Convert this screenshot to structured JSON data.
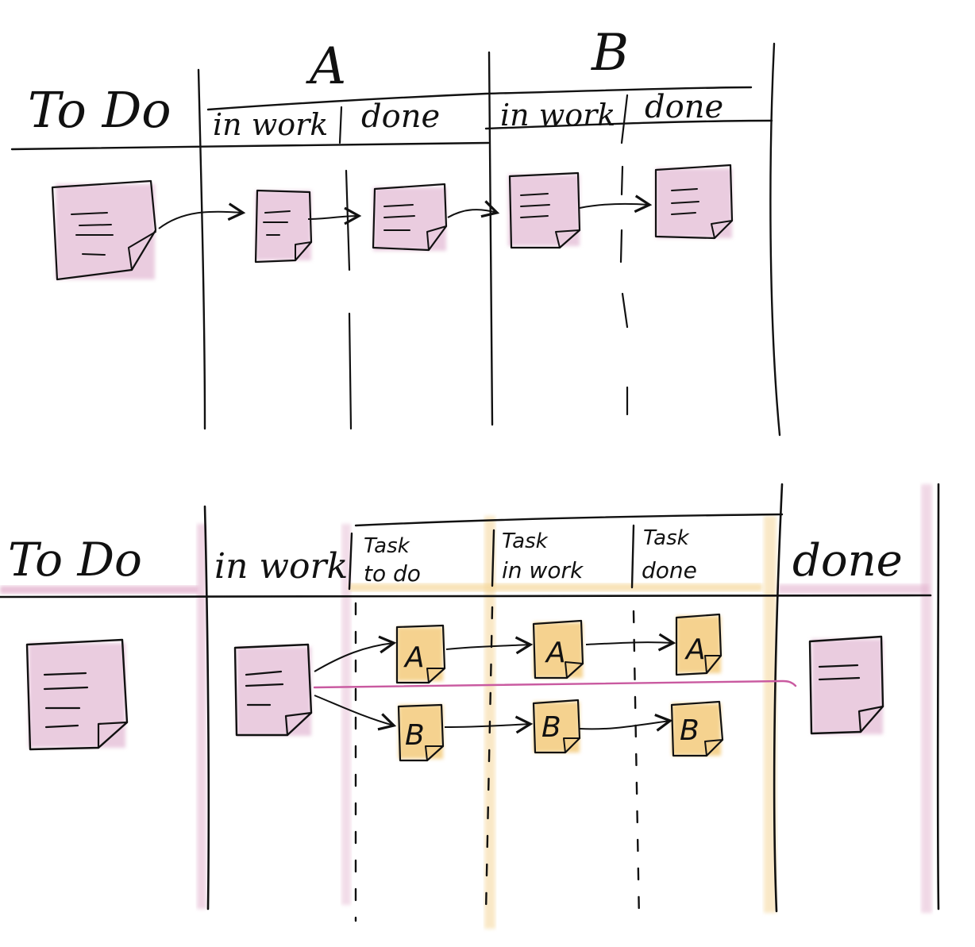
{
  "colors": {
    "ink": "#111111",
    "story_pink": "#d9a3c6",
    "story_pink_line": "#c95aa0",
    "task_orange": "#f2c46a",
    "lane_orange": "#f5d79a",
    "lane_pink": "#e3b3cf"
  },
  "top_board": {
    "todo_label": "To Do",
    "stage_a": {
      "title": "A",
      "in_work_label": "in work",
      "done_label": "done"
    },
    "stage_b": {
      "title": "B",
      "in_work_label": "in work",
      "done_label": "done"
    }
  },
  "bottom_board": {
    "todo_label": "To Do",
    "in_work_label": "in work",
    "task_todo_label_1": "Task",
    "task_todo_label_2": "to do",
    "task_inwork_label_1": "Task",
    "task_inwork_label_2": "in work",
    "task_done_label_1": "Task",
    "task_done_label_2": "done",
    "done_label": "done",
    "task_a_letter": "A",
    "task_b_letter": "B"
  }
}
